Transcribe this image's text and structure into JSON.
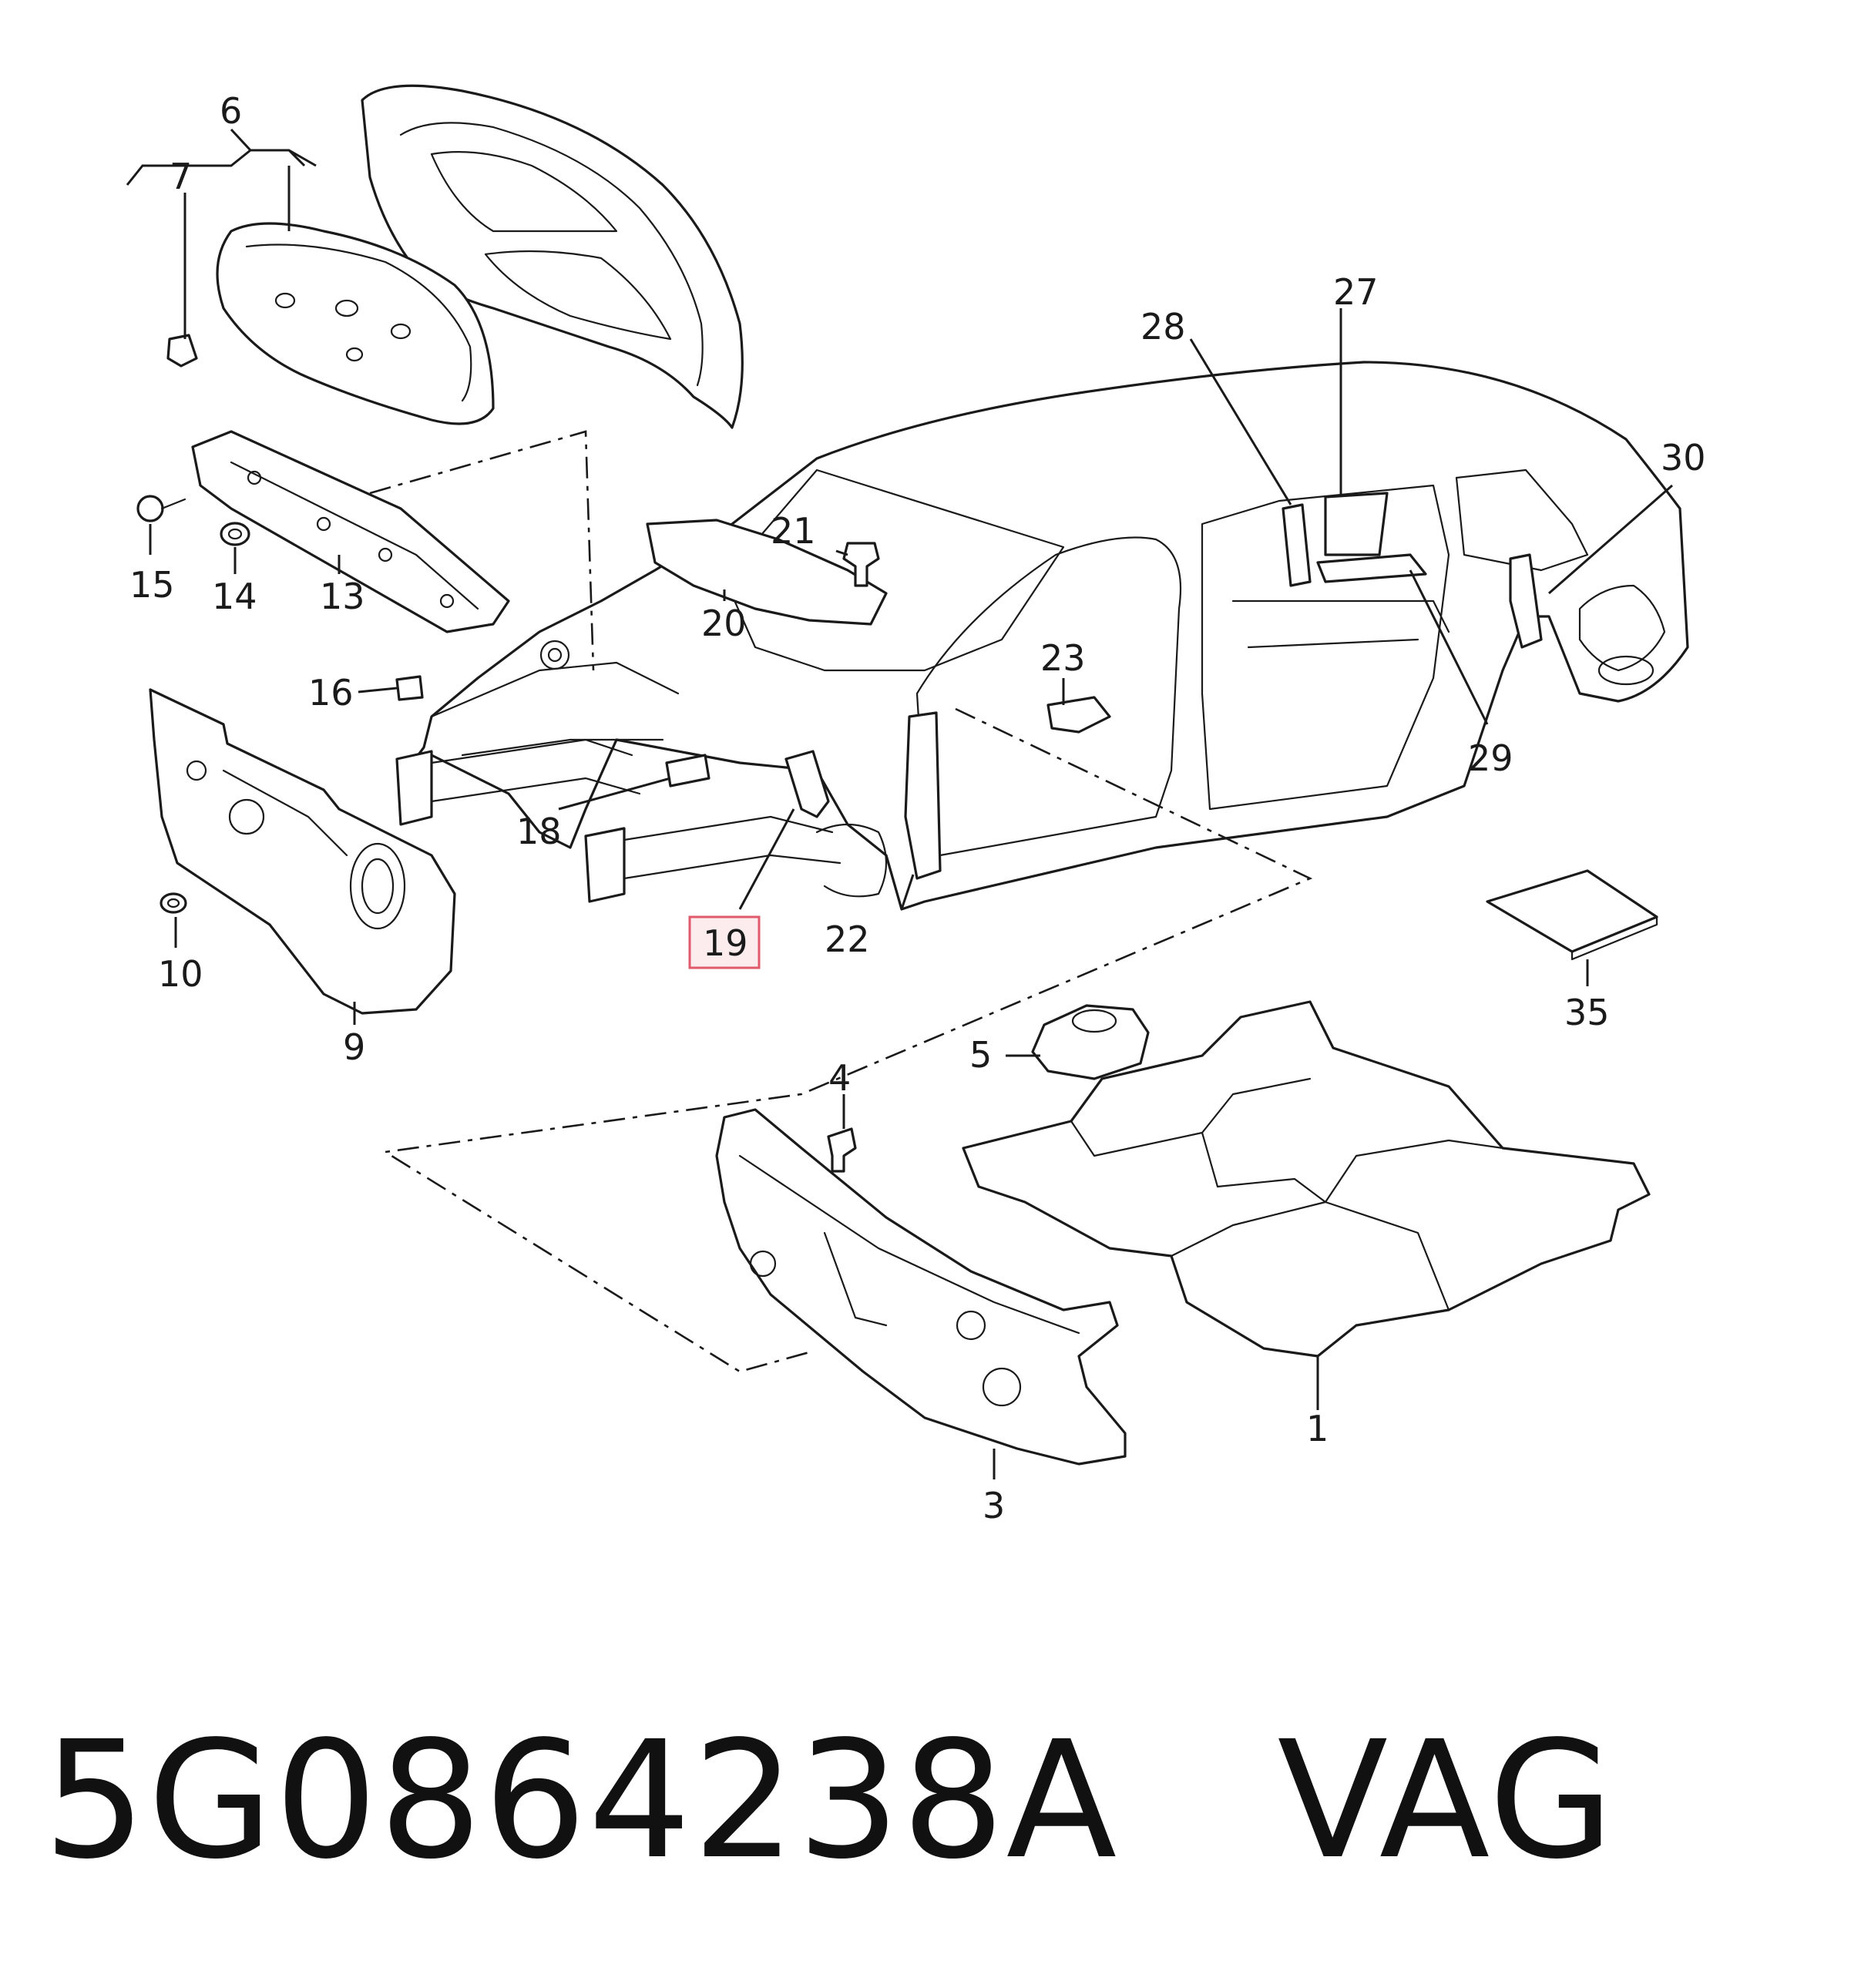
{
  "diagram": {
    "callouts": {
      "c1": "1",
      "c3": "3",
      "c4": "4",
      "c5": "5",
      "c6": "6",
      "c7": "7",
      "c9": "9",
      "c10": "10",
      "c13": "13",
      "c14": "14",
      "c15": "15",
      "c16": "16",
      "c18": "18",
      "c19": "19",
      "c20": "20",
      "c21": "21",
      "c22": "22",
      "c23": "23",
      "c27": "27",
      "c28": "28",
      "c29": "29",
      "c30": "30",
      "c35": "35"
    },
    "highlighted_callout": "19",
    "highlight_color": "#e05a6a"
  },
  "footer": {
    "text": "5G0864238A   VAG"
  }
}
